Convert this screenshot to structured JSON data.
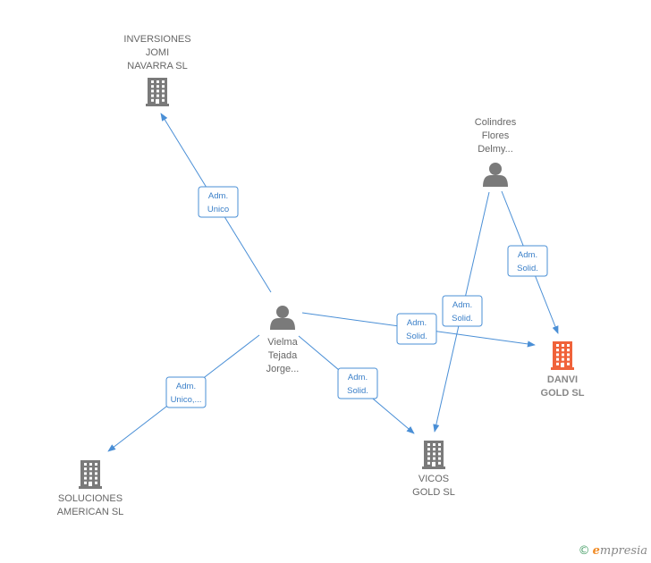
{
  "colors": {
    "edge": "#4a8fd6",
    "company": "#7a7a7a",
    "person": "#7a7a7a",
    "highlight": "#f0623a"
  },
  "nodes": [
    {
      "id": "inversiones",
      "type": "company",
      "lines": [
        "INVERSIONES",
        "JOMI",
        "NAVARRA  SL"
      ],
      "label_pos": "above",
      "highlight": false
    },
    {
      "id": "colindres",
      "type": "person",
      "lines": [
        "Colindres",
        "Flores",
        "Delmy..."
      ],
      "label_pos": "above",
      "highlight": false
    },
    {
      "id": "vielma",
      "type": "person",
      "lines": [
        "Vielma",
        "Tejada",
        "Jorge..."
      ],
      "label_pos": "below",
      "highlight": false
    },
    {
      "id": "danvi",
      "type": "company",
      "lines": [
        "DANVI",
        "GOLD  SL"
      ],
      "label_pos": "below",
      "highlight": true
    },
    {
      "id": "vicos",
      "type": "company",
      "lines": [
        "VICOS",
        "GOLD  SL"
      ],
      "label_pos": "below",
      "highlight": false
    },
    {
      "id": "soluciones",
      "type": "company",
      "lines": [
        "SOLUCIONES",
        "AMERICAN  SL"
      ],
      "label_pos": "below",
      "highlight": false
    }
  ],
  "edges": [
    {
      "from": "vielma",
      "to": "inversiones",
      "label": [
        "Adm.",
        "Unico"
      ]
    },
    {
      "from": "vielma",
      "to": "danvi",
      "label": [
        "Adm.",
        "Solid."
      ]
    },
    {
      "from": "vielma",
      "to": "vicos",
      "label": [
        "Adm.",
        "Solid."
      ]
    },
    {
      "from": "vielma",
      "to": "soluciones",
      "label": [
        "Adm.",
        "Unico,..."
      ]
    },
    {
      "from": "colindres",
      "to": "danvi",
      "label": [
        "Adm.",
        "Solid."
      ]
    },
    {
      "from": "colindres",
      "to": "vicos",
      "label": [
        "Adm.",
        "Solid."
      ]
    }
  ],
  "footer": {
    "copyright": "©",
    "brand_first": "e",
    "brand_rest": "mpresia"
  }
}
